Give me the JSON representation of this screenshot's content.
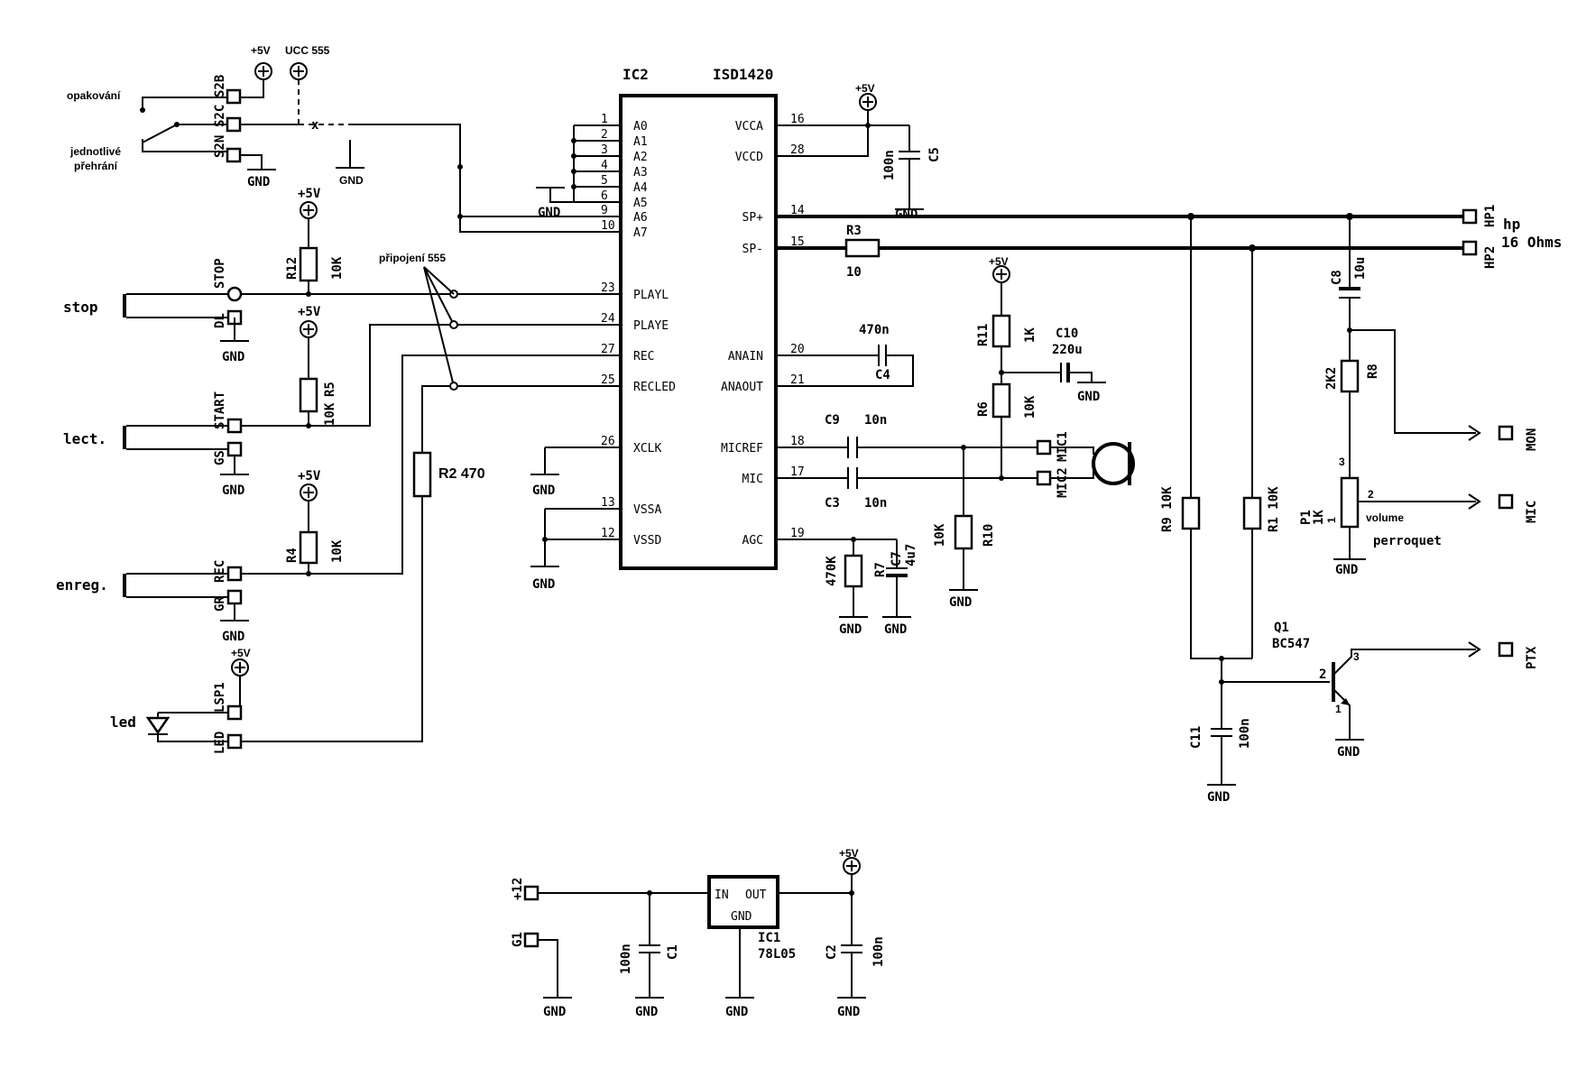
{
  "ic2": {
    "ref": "IC2",
    "part": "ISD1420",
    "left_pins": [
      {
        "num": "1",
        "name": "A0"
      },
      {
        "num": "2",
        "name": "A1"
      },
      {
        "num": "3",
        "name": "A2"
      },
      {
        "num": "4",
        "name": "A3"
      },
      {
        "num": "5",
        "name": "A4"
      },
      {
        "num": "6",
        "name": "A5"
      },
      {
        "num": "9",
        "name": "A6"
      },
      {
        "num": "10",
        "name": "A7"
      },
      {
        "num": "23",
        "name": "PLAYL"
      },
      {
        "num": "24",
        "name": "PLAYE"
      },
      {
        "num": "27",
        "name": "REC"
      },
      {
        "num": "25",
        "name": "RECLED"
      },
      {
        "num": "26",
        "name": "XCLK"
      },
      {
        "num": "13",
        "name": "VSSA"
      },
      {
        "num": "12",
        "name": "VSSD"
      }
    ],
    "right_pins": [
      {
        "num": "16",
        "name": "VCCA"
      },
      {
        "num": "28",
        "name": "VCCD"
      },
      {
        "num": "14",
        "name": "SP+"
      },
      {
        "num": "15",
        "name": "SP-"
      },
      {
        "num": "20",
        "name": "ANAIN"
      },
      {
        "num": "21",
        "name": "ANAOUT"
      },
      {
        "num": "18",
        "name": "MICREF"
      },
      {
        "num": "17",
        "name": "MIC"
      },
      {
        "num": "19",
        "name": "AGC"
      }
    ]
  },
  "labels": {
    "plus5v": "+5V",
    "ucc555": "UCC 555",
    "opakovani": "opakování",
    "jednotlive": "jednotlivé",
    "prehrani": "přehrání",
    "s2b": "S2B",
    "s2c": "S2C",
    "s2n": "S2N",
    "gnd": "GND",
    "x": "x",
    "pripojeni": "připojení 555",
    "stop": "stop",
    "lect": "lect.",
    "enreg": "enreg.",
    "led": "led",
    "pad_stop": "STOP",
    "pad_dl": "DL",
    "pad_start": "START",
    "pad_gs": "GS",
    "pad_rec": "REC",
    "pad_gr": "GR",
    "pad_lsp1": "LSP1",
    "pad_led": "LED",
    "r12": "R12",
    "r12v": "10K",
    "r5": "R5",
    "r5v": "10K",
    "r4": "R4",
    "r4v": "10K",
    "r2": "R2 470",
    "c5": "C5",
    "c5v": "100n",
    "r3": "R3",
    "r3v": "10",
    "c4": "C4",
    "c4v": "470n",
    "r11": "R11",
    "r11v": "1K",
    "c10": "C10",
    "c10v": "220u",
    "r6": "R6",
    "r6v": "10K",
    "c9": "C9",
    "c9v": "10n",
    "c3": "C3",
    "c3v": "10n",
    "r10": "R10",
    "r10v": "10K",
    "r7": "R7",
    "r7v": "470K",
    "c7": "C7",
    "c7v": "4u7",
    "mic1": "MIC1",
    "mic2": "MIC2",
    "r9": "R9 10K",
    "r1": "R1 10K",
    "c8": "C8",
    "c8v": "10u",
    "r8": "R8",
    "r8v": "2K2",
    "p1": "P1",
    "p1v": "1K",
    "pin3": "3",
    "pin2": "2",
    "pin1": "1",
    "volume": "volume",
    "perroquet": "perroquet",
    "hp1": "HP1",
    "hp2": "HP2",
    "hp": "hp",
    "ohms": "16 Ohms",
    "mon": "MON",
    "mic": "MIC",
    "ptx": "PTX",
    "q1": "Q1",
    "q1v": "BC547",
    "q_b": "2",
    "q_c": "3",
    "q_e": "1",
    "c11": "C11",
    "c11v": "100n",
    "plus12": "+12",
    "pad_g": "G1",
    "c1": "C1",
    "c1v": "100n",
    "ic1": "IC1",
    "ic1v": "78L05",
    "ic1_in": "IN",
    "ic1_out": "OUT",
    "ic1_gnd": "GND",
    "c2": "C2",
    "c2v": "100n"
  }
}
